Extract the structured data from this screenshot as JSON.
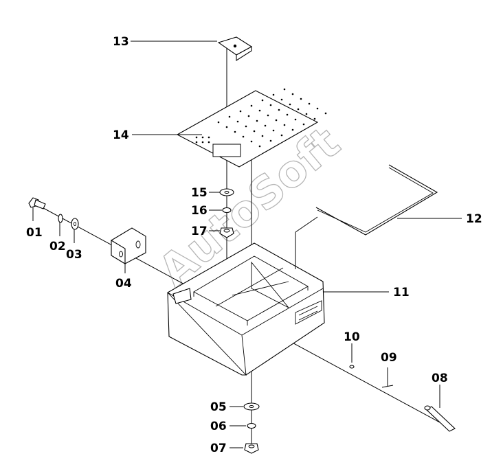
{
  "watermark": "AutoSoft",
  "callouts": [
    {
      "id": "01",
      "label": "01"
    },
    {
      "id": "02",
      "label": "02"
    },
    {
      "id": "03",
      "label": "03"
    },
    {
      "id": "04",
      "label": "04"
    },
    {
      "id": "05",
      "label": "05"
    },
    {
      "id": "06",
      "label": "06"
    },
    {
      "id": "07",
      "label": "07"
    },
    {
      "id": "08",
      "label": "08"
    },
    {
      "id": "09",
      "label": "09"
    },
    {
      "id": "10",
      "label": "10"
    },
    {
      "id": "11",
      "label": "11"
    },
    {
      "id": "12",
      "label": "12"
    },
    {
      "id": "13",
      "label": "13"
    },
    {
      "id": "14",
      "label": "14"
    },
    {
      "id": "15",
      "label": "15"
    },
    {
      "id": "16",
      "label": "16"
    },
    {
      "id": "17",
      "label": "17"
    }
  ]
}
